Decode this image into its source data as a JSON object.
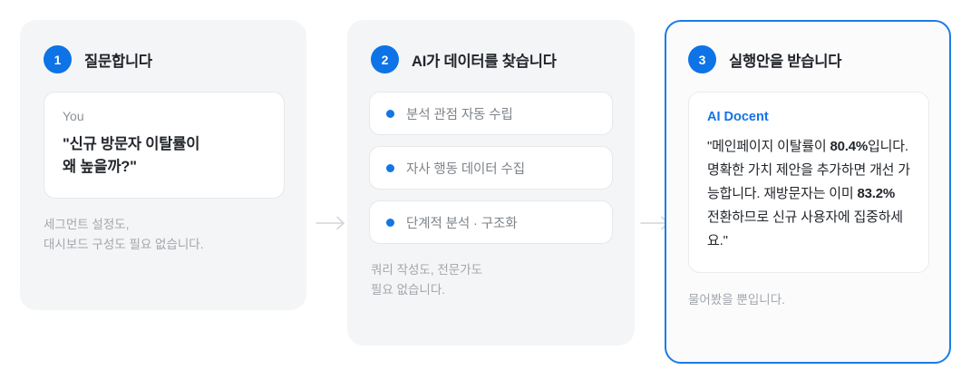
{
  "theme": {
    "accent_blue": "#0d73e6",
    "panel_bg": "#f4f5f6",
    "card_bg": "#ffffff",
    "muted_text": "#a2a7ac",
    "heading_text": "#20242a",
    "highlight_border": "#1a7ce8",
    "arrow_color": "#d2d5d9"
  },
  "steps": [
    {
      "number": "1",
      "title": "질문합니다",
      "card": {
        "speaker": "You",
        "quote_line_1": "\"신규 방문자 이탈률이",
        "quote_line_2": "왜 높을까?\""
      },
      "caption_line_1": "세그먼트 설정도,",
      "caption_line_2": "대시보드 구성도 필요 없습니다."
    },
    {
      "number": "2",
      "title": "AI가 데이터를 찾습니다",
      "items": [
        {
          "label": "분석 관점 자동 수립"
        },
        {
          "label": "자사 행동 데이터 수집"
        },
        {
          "label": "단계적 분석 · 구조화"
        }
      ],
      "caption_line_1": "쿼리 작성도, 전문가도",
      "caption_line_2": "필요 없습니다."
    },
    {
      "number": "3",
      "title": "실행안을 받습니다",
      "card": {
        "speaker": "AI Docent",
        "body_part_1": "\"메인페이지 이탈률이 ",
        "body_bold_1": "80.4%",
        "body_part_2": "입니다. 명확한 가치 제안을 추가하면 개선 가능합니다. 재방문자는 이미 ",
        "body_bold_2": "83.2%",
        "body_part_3": " 전환하므로 신규 사용자에 집중하세요.\""
      },
      "caption_line_1": "물어봤을 뿐입니다.",
      "caption_line_2": ""
    }
  ],
  "arrows": [
    {
      "name": "arrow-step1-to-step2",
      "glyph": "right-arrow"
    },
    {
      "name": "arrow-step2-to-step3",
      "glyph": "right-arrow"
    }
  ]
}
